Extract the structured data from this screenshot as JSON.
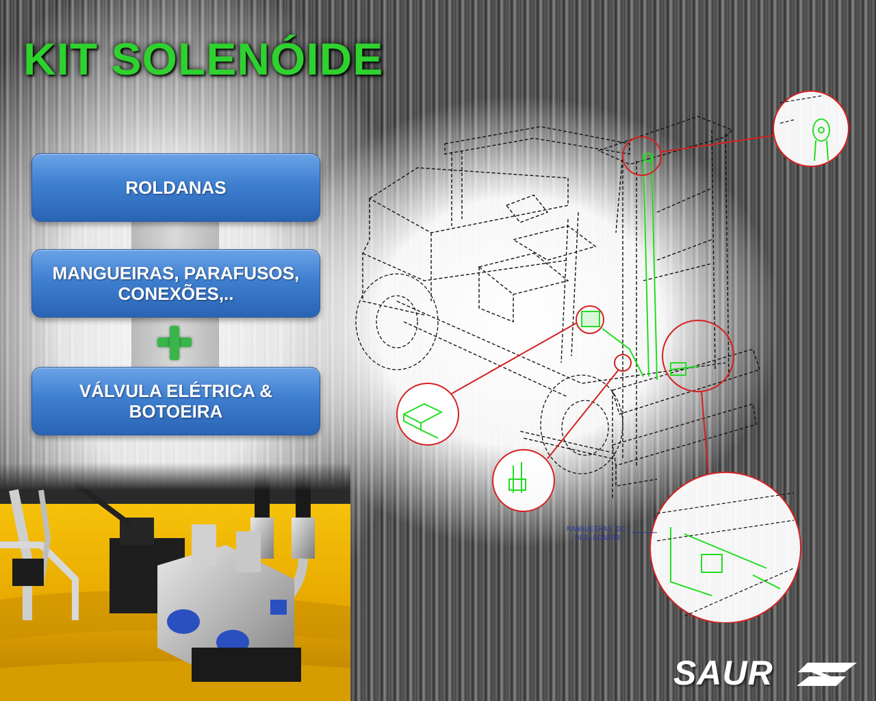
{
  "title": "KIT SOLENÓIDE",
  "items": [
    {
      "label": "ROLDANAS"
    },
    {
      "label": "MANGUEIRAS, PARAFUSOS,\nCONEXÕES,.."
    },
    {
      "label": "VÁLVULA ELÉTRICA &\nBOTOEIRA"
    }
  ],
  "plus_symbol": "+",
  "diagram": {
    "callout_label_line1": "MANGUEIRAS DO",
    "callout_label_line2": "DESLOCADOR"
  },
  "logo": {
    "text": "SAUR"
  },
  "colors": {
    "title_green": "#2fd12f",
    "pill_blue": "#3f7fd0",
    "plus_green": "#39b54a",
    "callout_red": "#d42020",
    "highlight_green": "#22dd22"
  }
}
